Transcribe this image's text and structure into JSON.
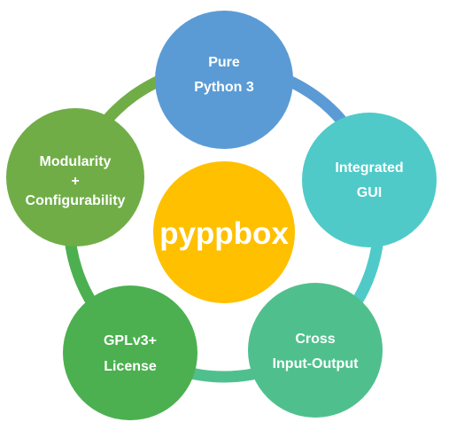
{
  "diagram": {
    "center": {
      "label": "pyppbox",
      "color": "#FFC000"
    },
    "nodes": [
      {
        "id": "pure-python",
        "lines": [
          "Pure",
          "Python 3"
        ],
        "color": "#5B9BD5"
      },
      {
        "id": "integrated-gui",
        "lines": [
          "Integrated",
          "GUI"
        ],
        "color": "#4FCAC8"
      },
      {
        "id": "cross-io",
        "lines": [
          "Cross",
          "Input-Output"
        ],
        "color": "#4FC08D"
      },
      {
        "id": "license",
        "lines": [
          "GPLv3+",
          "License"
        ],
        "color": "#4CB050"
      },
      {
        "id": "modularity",
        "lines": [
          "Modularity",
          "+",
          "Configurability"
        ],
        "color": "#70AD47"
      }
    ],
    "ring_colors": [
      "#5B9BD5",
      "#4FCAC8",
      "#4FC08D",
      "#4CB050",
      "#70AD47"
    ]
  }
}
